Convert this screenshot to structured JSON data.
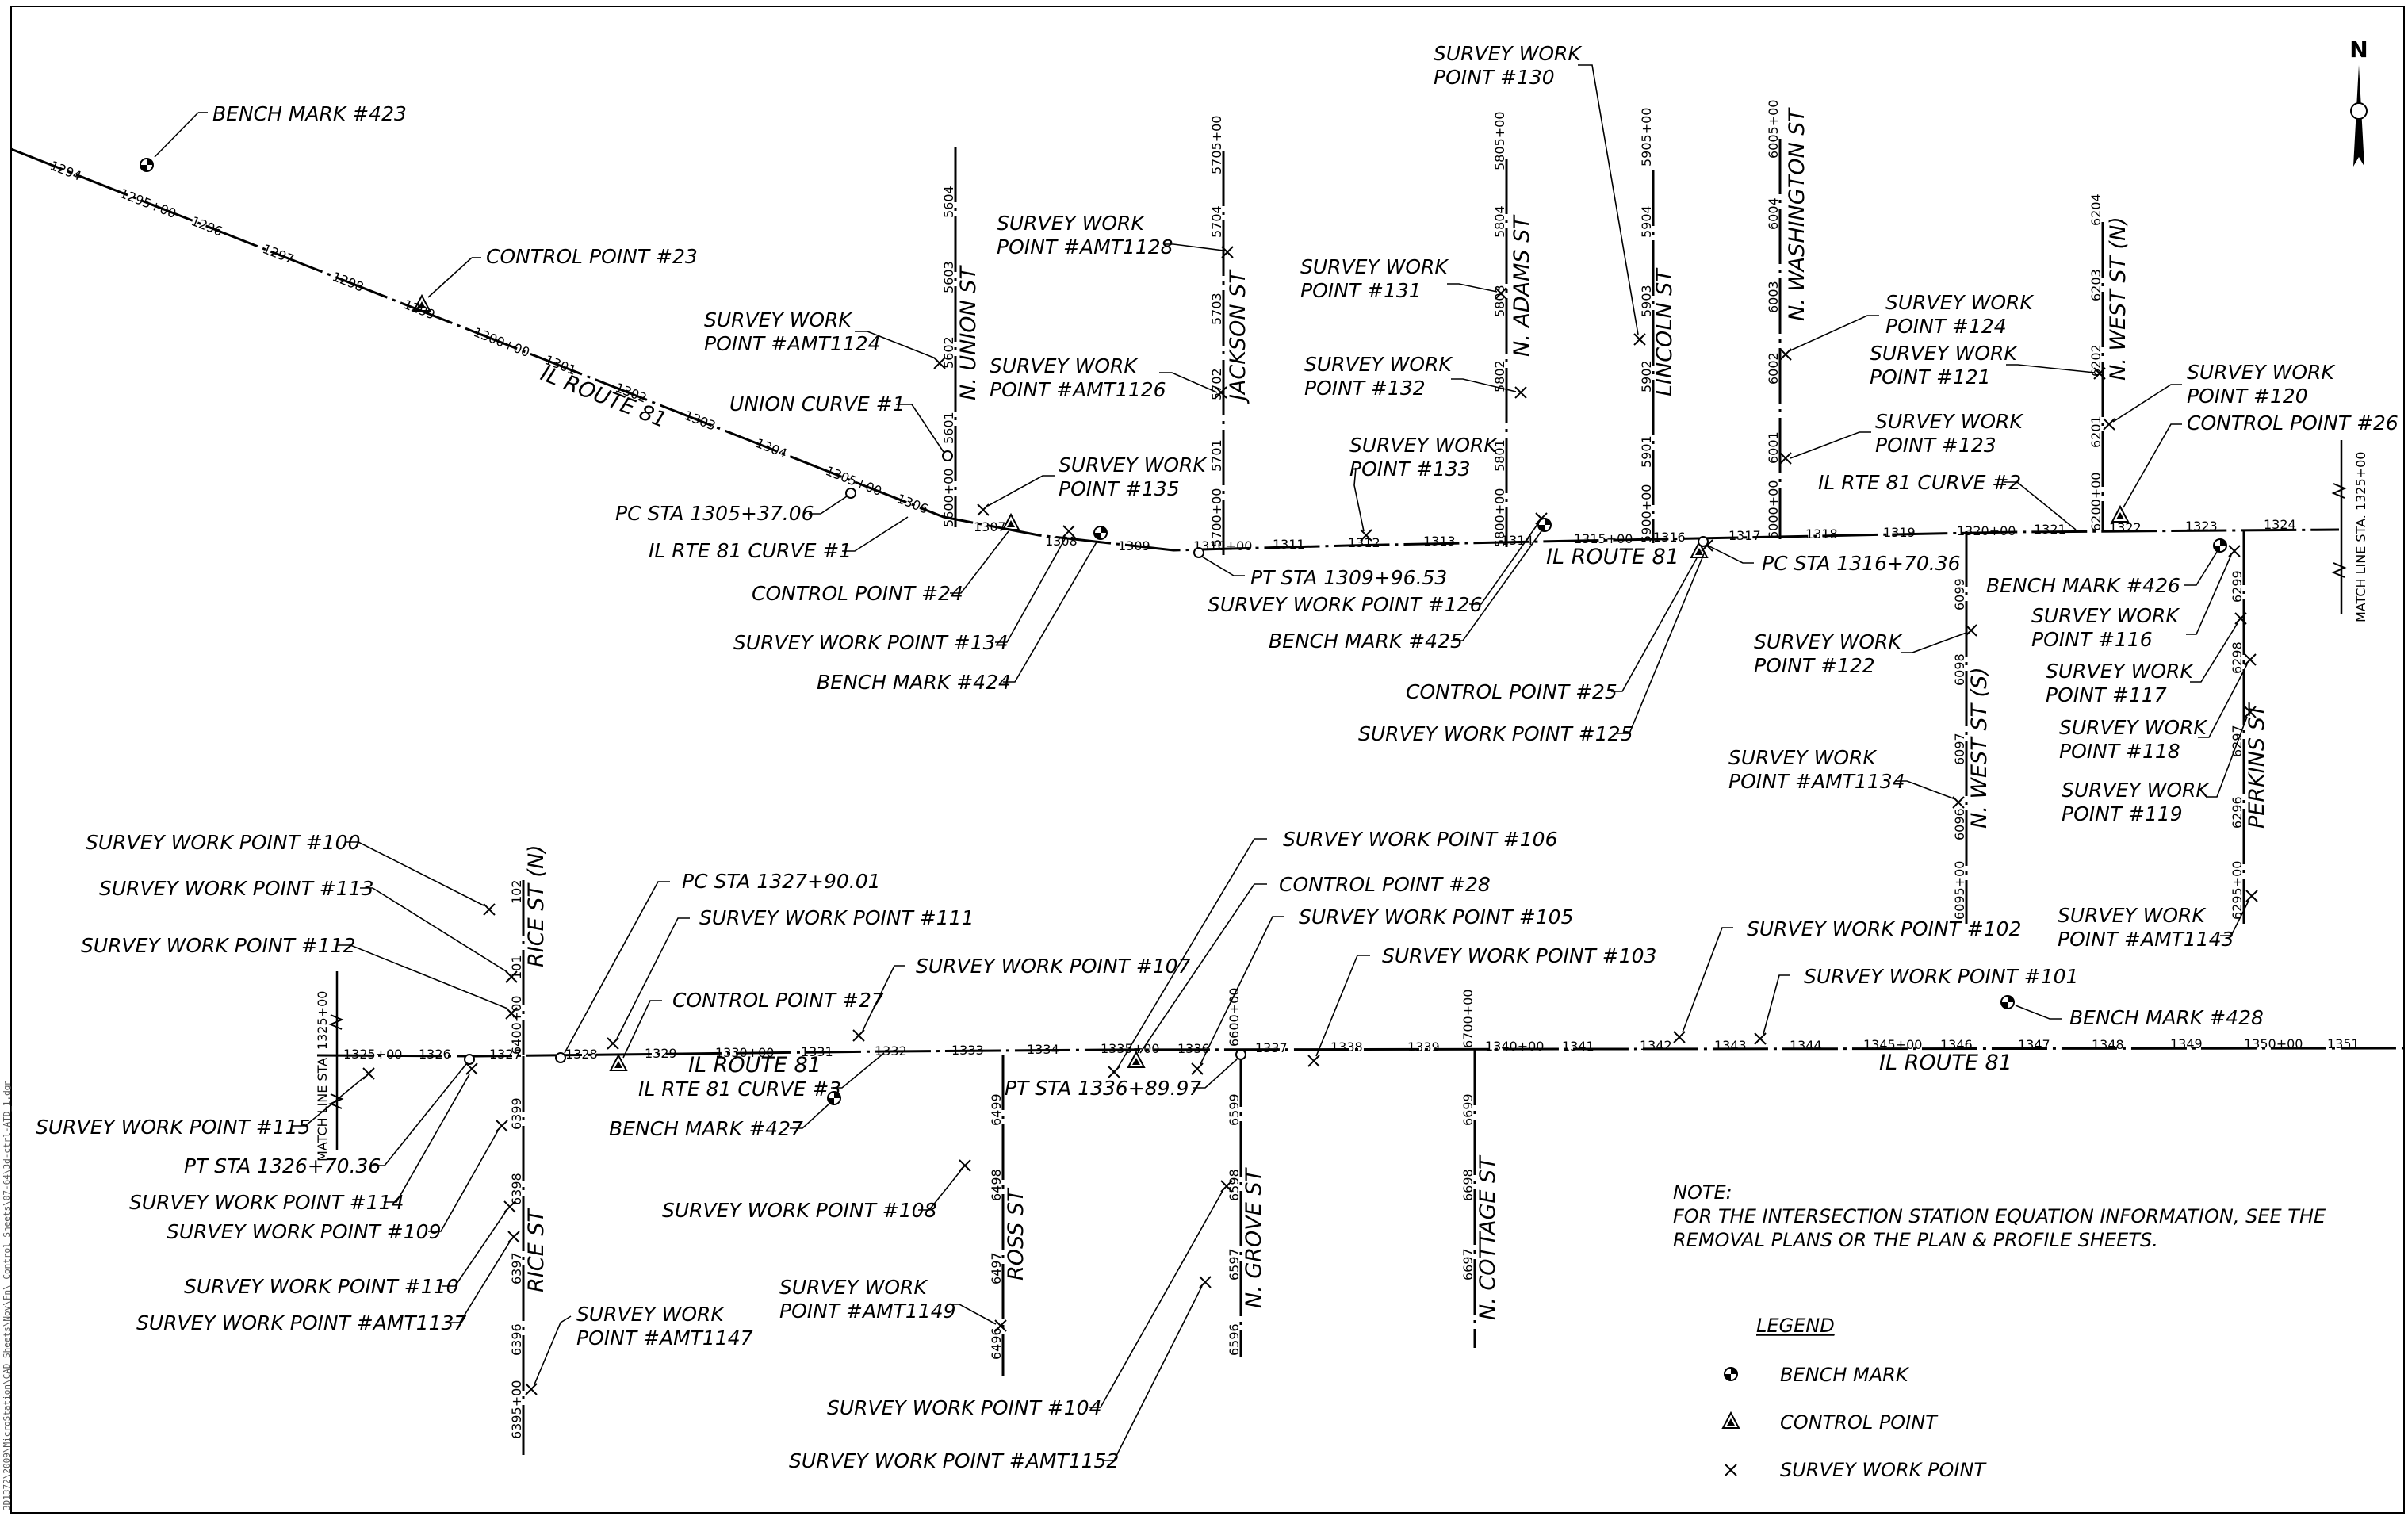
{
  "roads": [
    {
      "name": "IL ROUTE 81",
      "start_station": "1294"
    },
    {
      "name": "IL ROUTE 81",
      "start_station": "1325+00"
    },
    {
      "name": "N. UNION ST"
    },
    {
      "name": "JACKSON ST"
    },
    {
      "name": "N. ADAMS ST"
    },
    {
      "name": "LINCOLN ST"
    },
    {
      "name": "N. WASHINGTON ST"
    },
    {
      "name": "N. WEST ST (N)"
    },
    {
      "name": "N. WEST ST (S)"
    },
    {
      "name": "PERKINS ST"
    },
    {
      "name": "RICE ST (N)"
    },
    {
      "name": "RICE ST"
    },
    {
      "name": "ROSS ST"
    },
    {
      "name": "N. GROVE ST"
    },
    {
      "name": "N. COTTAGE ST"
    }
  ],
  "stations": [
    "1294",
    "1295+00",
    "1296",
    "1297",
    "1298",
    "1299",
    "1300+00",
    "1301",
    "1302",
    "1303",
    "1304",
    "1305+00",
    "1306",
    "1307",
    "1308",
    "1309",
    "1310+00",
    "1311",
    "1312",
    "1313",
    "1314",
    "1315+00",
    "1316",
    "1317",
    "1318",
    "1319",
    "1320+00",
    "1321",
    "1322",
    "1323",
    "1324",
    "1325+00",
    "1326",
    "1327",
    "1328",
    "1329",
    "1330+00",
    "1331",
    "1332",
    "1333",
    "1334",
    "1335+00",
    "1336",
    "1337",
    "1338",
    "1339",
    "1340+00",
    "1341",
    "1342",
    "1343",
    "1344",
    "1345+00",
    "1346",
    "1347",
    "1348",
    "1349",
    "1350+00",
    "1351",
    "5600+00",
    "5601",
    "5602",
    "5603",
    "5604",
    "5700+00",
    "5701",
    "5702",
    "5703",
    "5704",
    "5705+00",
    "5800+00",
    "5801",
    "5802",
    "5803",
    "5804",
    "5805+00",
    "5900+00",
    "5901",
    "5902",
    "5903",
    "5904",
    "5905+00",
    "6000+00",
    "6001",
    "6002",
    "6003",
    "6004",
    "6005+00",
    "6200+00",
    "6201",
    "6202",
    "6203",
    "6204",
    "6095+00",
    "6096",
    "6097",
    "6098",
    "6099",
    "6295+00",
    "6296",
    "6297",
    "6298",
    "6299",
    "6400+00",
    "101",
    "102",
    "6395+00",
    "6396",
    "6397",
    "6398",
    "6399",
    "6498",
    "6497",
    "6496",
    "6499",
    "6600+00",
    "6599",
    "6598",
    "6597",
    "6596",
    "6700+00",
    "6699",
    "6698",
    "6697"
  ],
  "points": [
    "BENCH MARK #423",
    "CONTROL POINT #23",
    "SURVEY WORK POINT #AMT1124",
    "UNION CURVE #1",
    "PC STA 1305+37.06",
    "IL RTE 81 CURVE #1",
    "CONTROL POINT #24",
    "SURVEY WORK POINT #134",
    "BENCH MARK #424",
    "SURVEY WORK POINT #135",
    "SURVEY WORK POINT #AMT1128",
    "SURVEY WORK POINT #AMT1126",
    "PT STA 1309+96.53",
    "SURVEY WORK POINT #126",
    "SURVEY WORK POINT #131",
    "SURVEY WORK POINT #132",
    "SURVEY WORK POINT #133",
    "BENCH MARK #425",
    "SURVEY WORK POINT #130",
    "CONTROL POINT #25",
    "SURVEY WORK POINT #125",
    "PC STA 1316+70.36",
    "SURVEY WORK POINT #124",
    "SURVEY WORK POINT #121",
    "SURVEY WORK POINT #123",
    "IL RTE 81 CURVE #2",
    "SURVEY WORK POINT #120",
    "CONTROL POINT #26",
    "BENCH MARK #426",
    "SURVEY WORK POINT #116",
    "SURVEY WORK POINT #117",
    "SURVEY WORK POINT #118",
    "SURVEY WORK POINT #119",
    "SURVEY WORK POINT #122",
    "SURVEY WORK POINT #AMT1134",
    "SURVEY WORK POINT #AMT1143",
    "SURVEY WORK POINT #100",
    "SURVEY WORK POINT #113",
    "SURVEY WORK POINT #112",
    "SURVEY WORK POINT #115",
    "PT STA 1326+70.36",
    "SURVEY WORK POINT #114",
    "SURVEY WORK POINT #109",
    "SURVEY WORK POINT #110",
    "SURVEY WORK POINT #AMT1137",
    "SURVEY WORK POINT #AMT1147",
    "PC STA 1327+90.01",
    "SURVEY WORK POINT #111",
    "CONTROL POINT #27",
    "IL RTE 81 CURVE #3",
    "BENCH MARK #427",
    "SURVEY WORK POINT #107",
    "SURVEY WORK POINT #108",
    "SURVEY WORK POINT #AMT1149",
    "SURVEY WORK POINT #106",
    "CONTROL POINT #28",
    "SURVEY WORK POINT #105",
    "PT STA 1336+89.97",
    "SURVEY WORK POINT #104",
    "SURVEY WORK POINT #AMT1152",
    "SURVEY WORK POINT #103",
    "SURVEY WORK POINT #102",
    "SURVEY WORK POINT #101",
    "BENCH MARK #428"
  ],
  "match_line_right": "MATCH LINE STA. 1325+00",
  "match_line_left": "MATCH LINE STA. 1325+00",
  "note": {
    "heading": "NOTE:",
    "line1": "FOR THE INTERSECTION STATION EQUATION INFORMATION, SEE THE",
    "line2": "REMOVAL PLANS OR THE PLAN & PROFILE SHEETS."
  },
  "legend": {
    "title": "LEGEND",
    "bench_mark": "BENCH MARK",
    "control_point": "CONTROL POINT",
    "survey_work_point": "SURVEY WORK POINT"
  },
  "north_arrow": "N",
  "file_path": "3D1372\\2009\\MicroStation\\CAD Sheets\\Nov\\Fn\\ Control Sheets\\07-64\\3d-ctrl-ATD_1.dgn"
}
